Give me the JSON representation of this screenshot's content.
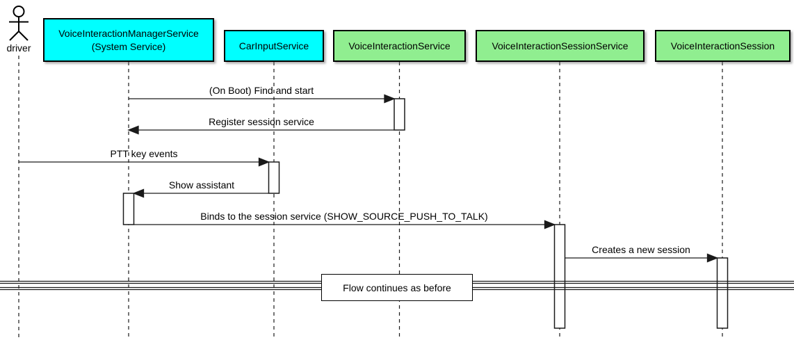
{
  "actor": {
    "label": "driver"
  },
  "participants": [
    {
      "label": "VoiceInteractionManagerService",
      "sublabel": "(System Service)",
      "fill": "#00FFFF"
    },
    {
      "label": "CarInputService",
      "fill": "#00FFFF"
    },
    {
      "label": "VoiceInteractionService",
      "fill": "#90EE90"
    },
    {
      "label": "VoiceInteractionSessionService",
      "fill": "#90EE90"
    },
    {
      "label": "VoiceInteractionSession",
      "fill": "#90EE90"
    }
  ],
  "messages": [
    {
      "label": "(On Boot) Find and start",
      "from": "VoiceInteractionManagerService",
      "to": "VoiceInteractionService"
    },
    {
      "label": "Register session service",
      "from": "VoiceInteractionService",
      "to": "VoiceInteractionManagerService"
    },
    {
      "label": "PTT key events",
      "from": "driver",
      "to": "CarInputService"
    },
    {
      "label": "Show assistant",
      "from": "CarInputService",
      "to": "VoiceInteractionManagerService"
    },
    {
      "label": "Binds to the session service (SHOW_SOURCE_PUSH_TO_TALK)",
      "from": "VoiceInteractionManagerService",
      "to": "VoiceInteractionSessionService"
    },
    {
      "label": "Creates a new session",
      "from": "VoiceInteractionSessionService",
      "to": "VoiceInteractionSession"
    }
  ],
  "divider": {
    "label": "Flow continues as before"
  },
  "colors": {
    "participant_cyan": "#00FFFF",
    "participant_green": "#90EE90",
    "line": "#1a1a1a",
    "background": "#FFFFFF"
  }
}
